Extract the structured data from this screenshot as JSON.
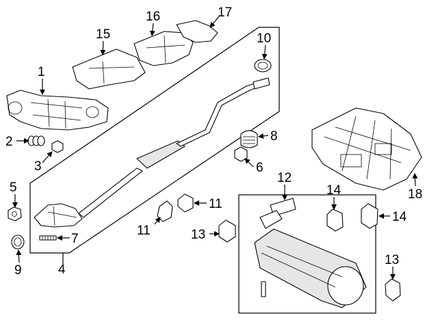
{
  "callouts": {
    "c1": "1",
    "c2": "2",
    "c3": "3",
    "c4": "4",
    "c5": "5",
    "c6": "6",
    "c7": "7",
    "c8": "8",
    "c9": "9",
    "c10": "10",
    "c11a": "11",
    "c11b": "11",
    "c12": "12",
    "c13a": "13",
    "c13b": "13",
    "c14a": "14",
    "c14b": "14",
    "c15": "15",
    "c16": "16",
    "c17": "17",
    "c18": "18"
  }
}
